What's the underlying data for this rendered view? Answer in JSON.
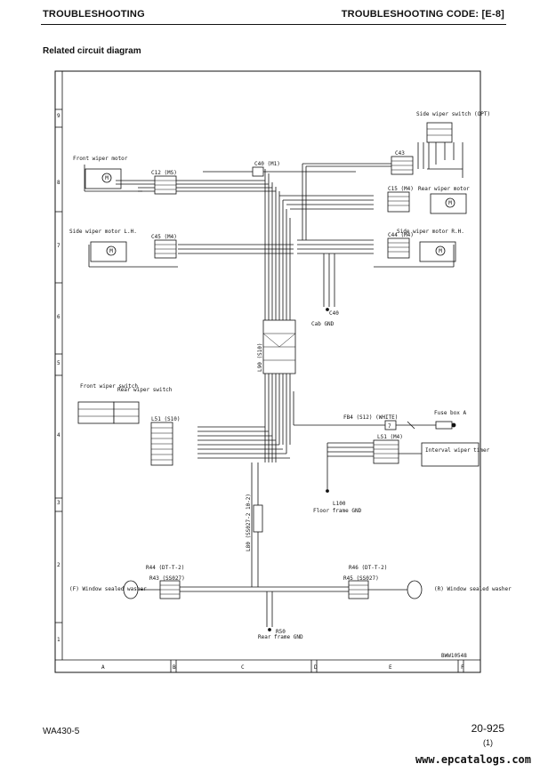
{
  "header": {
    "section": "TROUBLESHOOTING",
    "code": "TROUBLESHOOTING CODE: [E-8]"
  },
  "subtitle": "Related circuit diagram",
  "diagram": {
    "row_labels": [
      "9",
      "8",
      "7",
      "6",
      "5",
      "4",
      "3",
      "2",
      "1"
    ],
    "col_labels": [
      "A",
      "B",
      "C",
      "D",
      "E",
      "F"
    ],
    "drawing_number": "BWW10548",
    "components": {
      "side_wiper_switch": "Side wiper switch (OPT)",
      "front_wiper_motor": "Front wiper motor",
      "rear_wiper_motor": "Rear wiper motor",
      "side_wiper_motor_lh": "Side wiper motor L.H.",
      "side_wiper_motor_rh": "Side wiper motor R.H.",
      "front_wiper_switch": "Front wiper switch",
      "rear_wiper_switch": "Rear wiper switch",
      "fuse_box": "Fuse box A",
      "interval_timer": "Interval wiper timer",
      "window_washer_front": "(F) Window sealed washer",
      "window_washer_rear": "(R) Window sealed washer",
      "cab_gnd": "Cab GND",
      "floor_gnd": "Floor frame GND",
      "rear_gnd": "Rear frame GND"
    },
    "connectors": {
      "c12": "C12 (MS)",
      "c40": "C40 (M1)",
      "c43": "C43",
      "c15": "C15 (M4)",
      "c45": "C45 (M4)",
      "c44": "C44 (M4)",
      "c40_gnd": "C40",
      "l51": "L51 (S10)",
      "l90": "L90 (S10)",
      "fb4": "FB4 (S12) (WHITE)",
      "ls1": "LS1 (M4)",
      "l100": "L100",
      "r44": "R44 (DT-T-2)",
      "r46": "R46 (DT-T-2)",
      "r43": "R43 (SS027)",
      "r45": "R45 (SS027)",
      "r50": "R50",
      "l80": "L80 (SS027-2 10-2)",
      "fuse_pin": "7"
    }
  },
  "footer": {
    "model": "WA430-5",
    "page": "20-925",
    "rev": "(1)",
    "watermark": "www.epcatalogs.com"
  }
}
